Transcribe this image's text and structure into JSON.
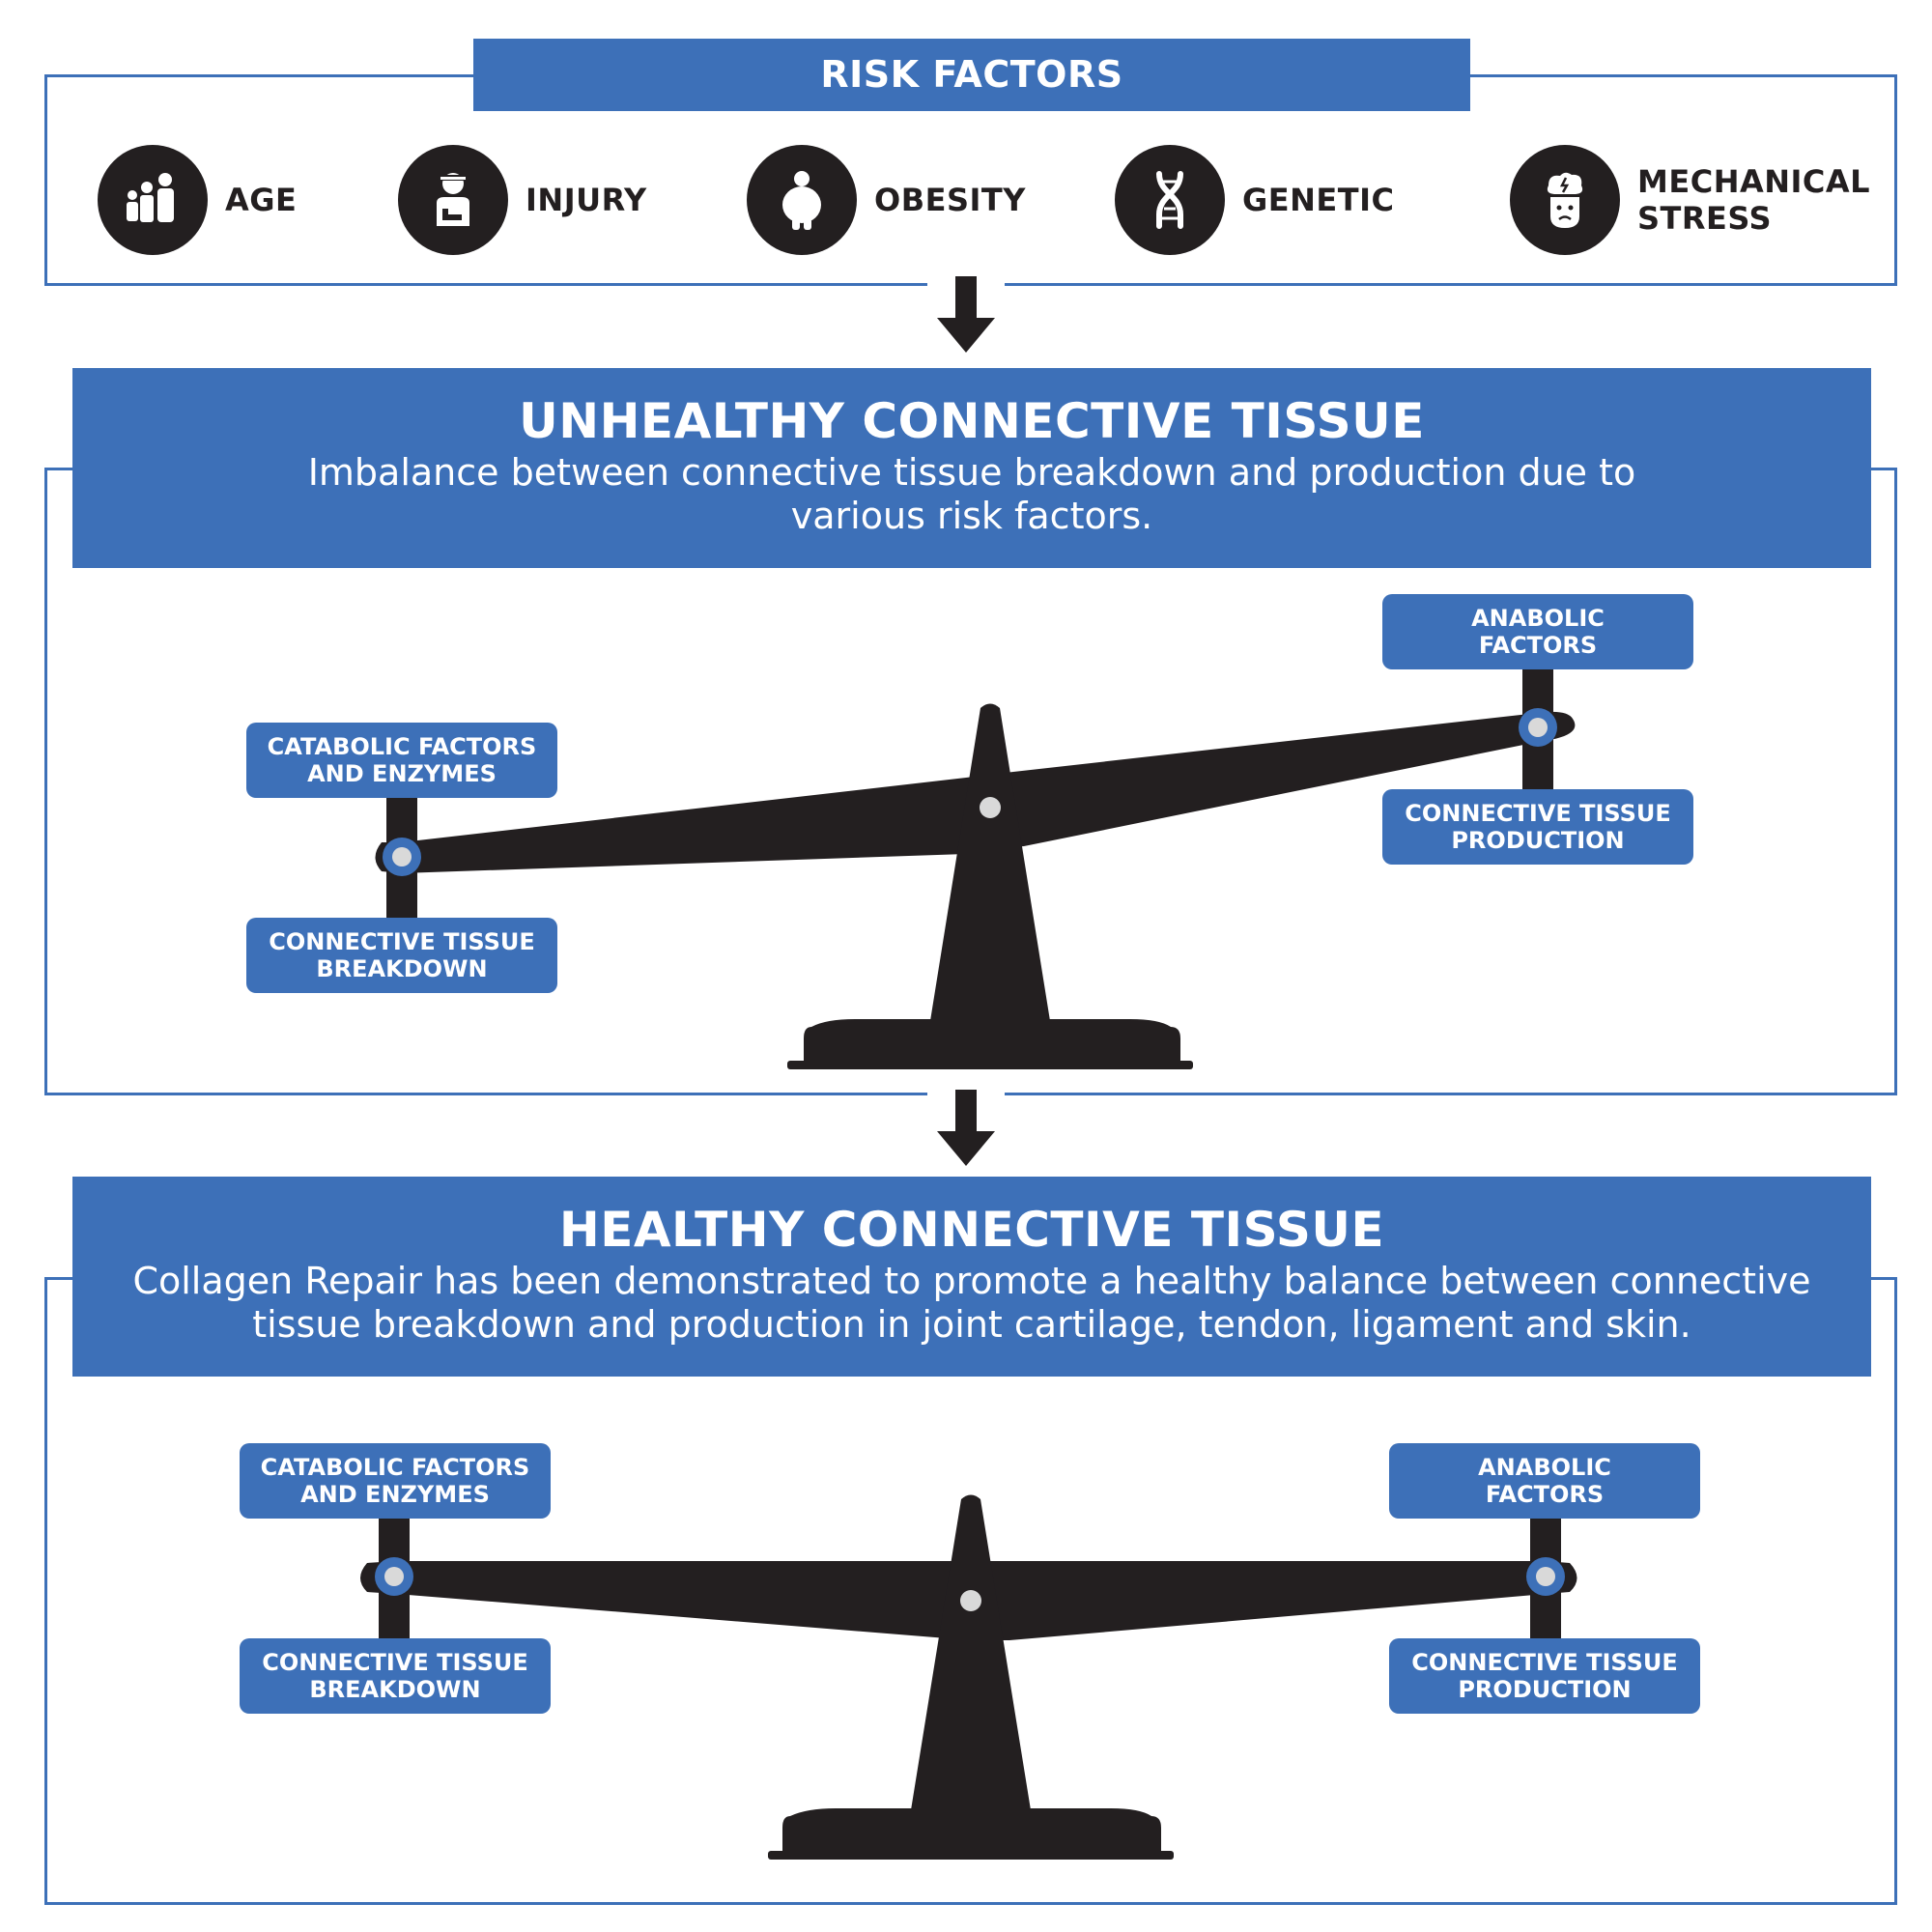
{
  "risk_factors": {
    "title": "RISK FACTORS",
    "items": [
      {
        "label": "AGE",
        "icon": "age-group-icon"
      },
      {
        "label": "INJURY",
        "icon": "injured-person-icon"
      },
      {
        "label": "OBESITY",
        "icon": "obese-person-icon"
      },
      {
        "label": "GENETIC",
        "icon": "dna-helix-icon"
      },
      {
        "label": "MECHANICAL STRESS",
        "icon": "stressed-head-icon"
      }
    ]
  },
  "unhealthy": {
    "title": "UNHEALTHY CONNECTIVE TISSUE",
    "description": "Imbalance between connective tissue breakdown and production due to various risk factors.",
    "left_top": "CATABOLIC FACTORS AND ENZYMES",
    "left_bottom": "CONNECTIVE TISSUE BREAKDOWN",
    "right_top": "ANABOLIC FACTORS",
    "right_bottom": "CONNECTIVE TISSUE PRODUCTION"
  },
  "healthy": {
    "title": "HEALTHY CONNECTIVE TISSUE",
    "description": "Collagen Repair has been demonstrated to promote a healthy balance between connective tissue breakdown and production in joint cartilage, tendon, ligament and skin.",
    "left_top": "CATABOLIC FACTORS AND ENZYMES",
    "left_bottom": "CONNECTIVE TISSUE BREAKDOWN",
    "right_top": "ANABOLIC FACTORS",
    "right_bottom": "CONNECTIVE TISSUE PRODUCTION"
  },
  "colors": {
    "accent": "#3d70b8",
    "dark": "#231f20",
    "pivot": "#d9d9d9"
  }
}
